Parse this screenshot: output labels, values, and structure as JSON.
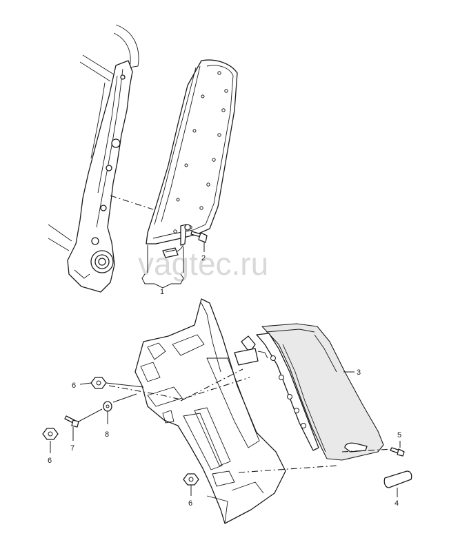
{
  "watermark": "vagtec.ru",
  "callouts": {
    "c1": "1",
    "c2": "2",
    "c3": "3",
    "c4": "4",
    "c5": "5",
    "c6a": "6",
    "c6b": "6",
    "c6c": "6",
    "c7": "7",
    "c8": "8"
  }
}
